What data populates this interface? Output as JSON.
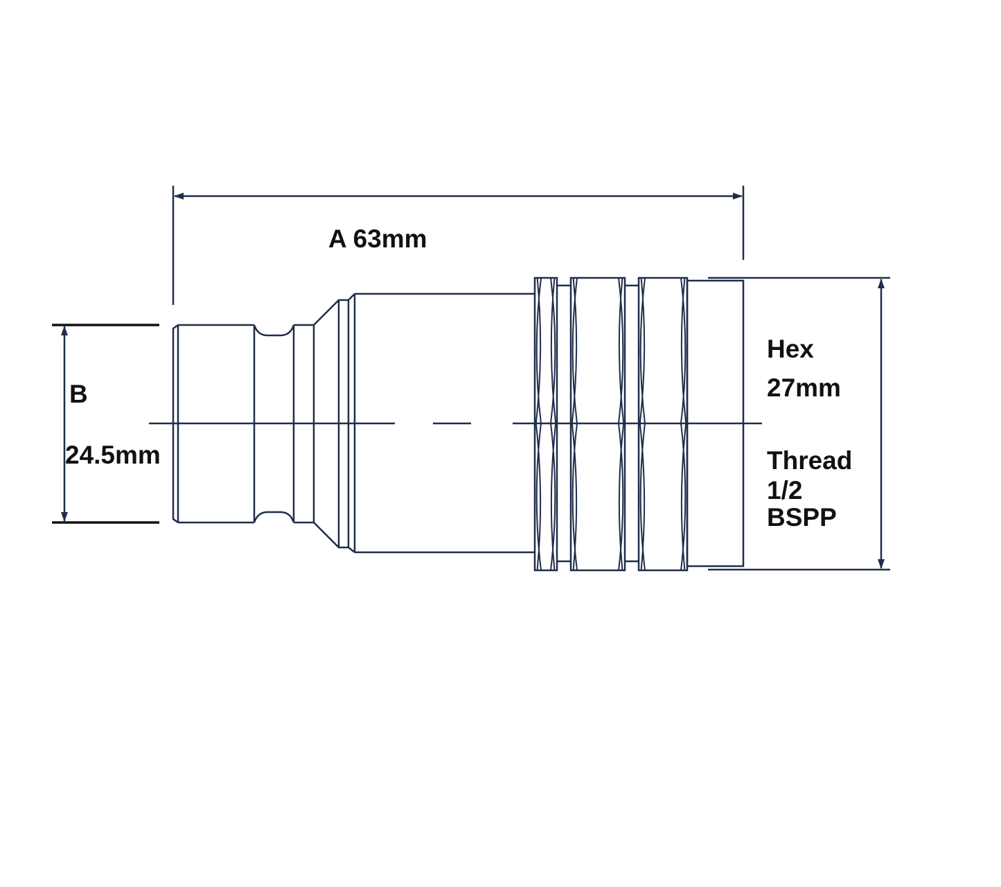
{
  "dimensions": {
    "length": {
      "label": "A 63mm"
    },
    "diameter": {
      "letter": "B",
      "value": "24.5mm"
    },
    "hex": {
      "label": "Hex",
      "value": "27mm"
    },
    "thread": {
      "label": "Thread",
      "size": "1/2",
      "type": "BSPP"
    }
  },
  "colors": {
    "outline": "#1f2d4a",
    "text": "#111111"
  }
}
